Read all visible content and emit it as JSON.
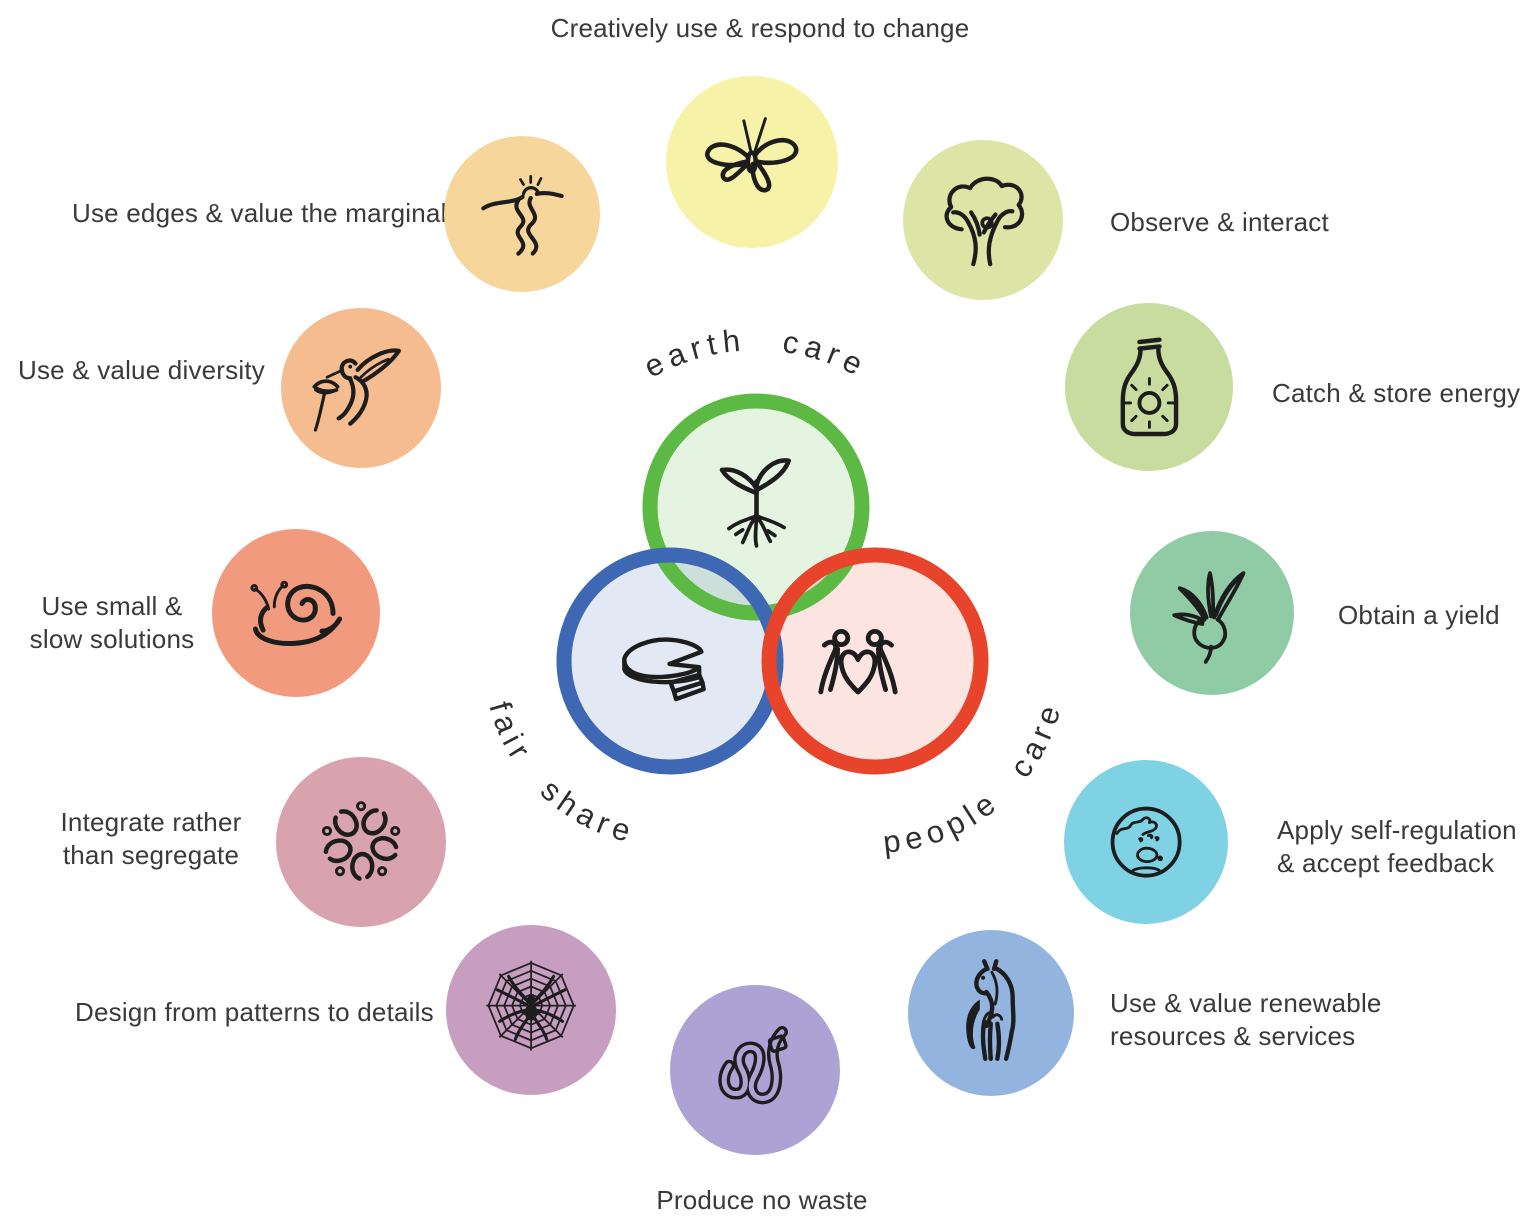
{
  "background_color": "#FFFFFF",
  "text_color": "#3A3A3A",
  "venn": {
    "circles": [
      {
        "label": "earth care",
        "ring_color": "#5CB944",
        "icon": "seedling-icon"
      },
      {
        "label": "fair share",
        "ring_color": "#3E68B3",
        "icon": "pie-icon"
      },
      {
        "label": "people care",
        "ring_color": "#E8432B",
        "icon": "people-icon"
      }
    ]
  },
  "principles": [
    {
      "label": "Creatively use & respond to change",
      "icon": "butterfly-icon",
      "circle_color": "#F6F2A7"
    },
    {
      "label": "Observe & interact",
      "icon": "tree-icon",
      "circle_color": "#DCE5A6"
    },
    {
      "label": "Catch & store energy",
      "icon": "bottle-sun-icon",
      "circle_color": "#C8DC9F"
    },
    {
      "label": "Obtain a yield",
      "icon": "beet-icon",
      "circle_color": "#8FCBA4"
    },
    {
      "label": "Apply self-regulation\n& accept feedback",
      "icon": "earth-globe-icon",
      "circle_color": "#7FD2E3"
    },
    {
      "label": "Use & value renewable\nresources & services",
      "icon": "horse-icon",
      "circle_color": "#92B4DF"
    },
    {
      "label": "Produce no waste",
      "icon": "worm-icon",
      "circle_color": "#ACA2D3"
    },
    {
      "label": "Design from patterns to details",
      "icon": "spider-web-icon",
      "circle_color": "#C79EC0"
    },
    {
      "label": "Integrate rather\nthan segregate",
      "icon": "cell-pattern-icon",
      "circle_color": "#D9A2AF"
    },
    {
      "label": "Use small &\nslow solutions",
      "icon": "snail-icon",
      "circle_color": "#F19A7D"
    },
    {
      "label": "Use & value diversity",
      "icon": "hummingbird-icon",
      "circle_color": "#F5BC8F"
    },
    {
      "label": "Use edges & value the marginal",
      "icon": "path-sun-icon",
      "circle_color": "#F6D69B"
    }
  ]
}
